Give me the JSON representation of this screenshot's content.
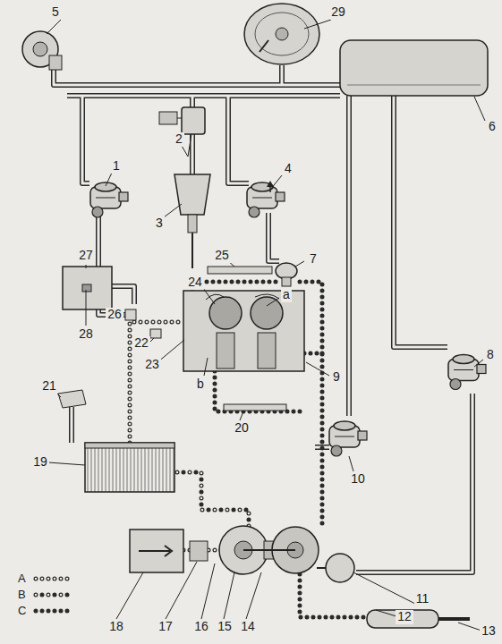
{
  "diagram": {
    "labels": [
      "1",
      "2",
      "3",
      "4",
      "5",
      "6",
      "7",
      "8",
      "9",
      "10",
      "11",
      "12",
      "13",
      "14",
      "15",
      "16",
      "17",
      "18",
      "19",
      "20",
      "21",
      "22",
      "23",
      "24",
      "25",
      "26",
      "27",
      "28",
      "29",
      "a",
      "b"
    ],
    "legend": [
      {
        "text": "A"
      },
      {
        "text": "B"
      },
      {
        "text": "C"
      }
    ]
  }
}
